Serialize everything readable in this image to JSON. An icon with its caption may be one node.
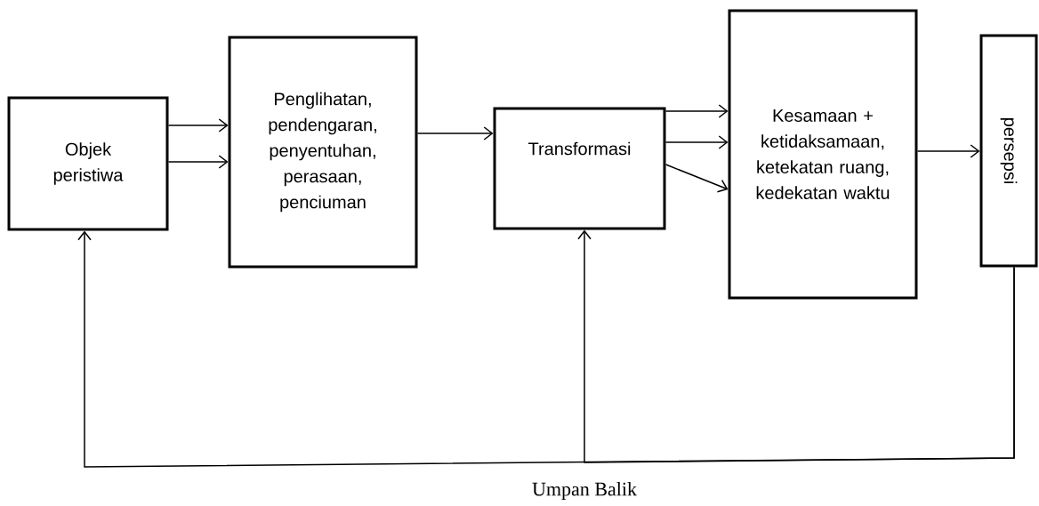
{
  "diagram": {
    "nodes": [
      {
        "text": [
          "Objek peristiwa"
        ]
      },
      {
        "text": [
          "Penglihatan, pendengaran, penyentuhan, perasaan, penciuman"
        ]
      },
      {
        "text": [
          "Transformasi"
        ]
      },
      {
        "text": [
          "Kesamaan + ketidaksamaan, ketekatan ruang, kedekatan waktu"
        ]
      },
      {
        "text": [
          "persepsi"
        ]
      }
    ],
    "edges": [
      {
        "from": 0,
        "to": 1,
        "arrow": "to"
      },
      {
        "from": 0,
        "to": 1,
        "arrow": "to"
      },
      {
        "from": 1,
        "to": 2,
        "arrow": "to"
      },
      {
        "from": 2,
        "to": 3,
        "arrow": "to"
      },
      {
        "from": 2,
        "to": 3,
        "arrow": "to"
      },
      {
        "from": 2,
        "to": 3,
        "arrow": "to"
      },
      {
        "from": 3,
        "to": 4,
        "arrow": "to"
      },
      {
        "from": 4,
        "to": 0,
        "arrow": "to"
      },
      {
        "from": 4,
        "to": 2,
        "arrow": "to"
      }
    ],
    "labels": [
      "Umpan Balik"
    ]
  }
}
